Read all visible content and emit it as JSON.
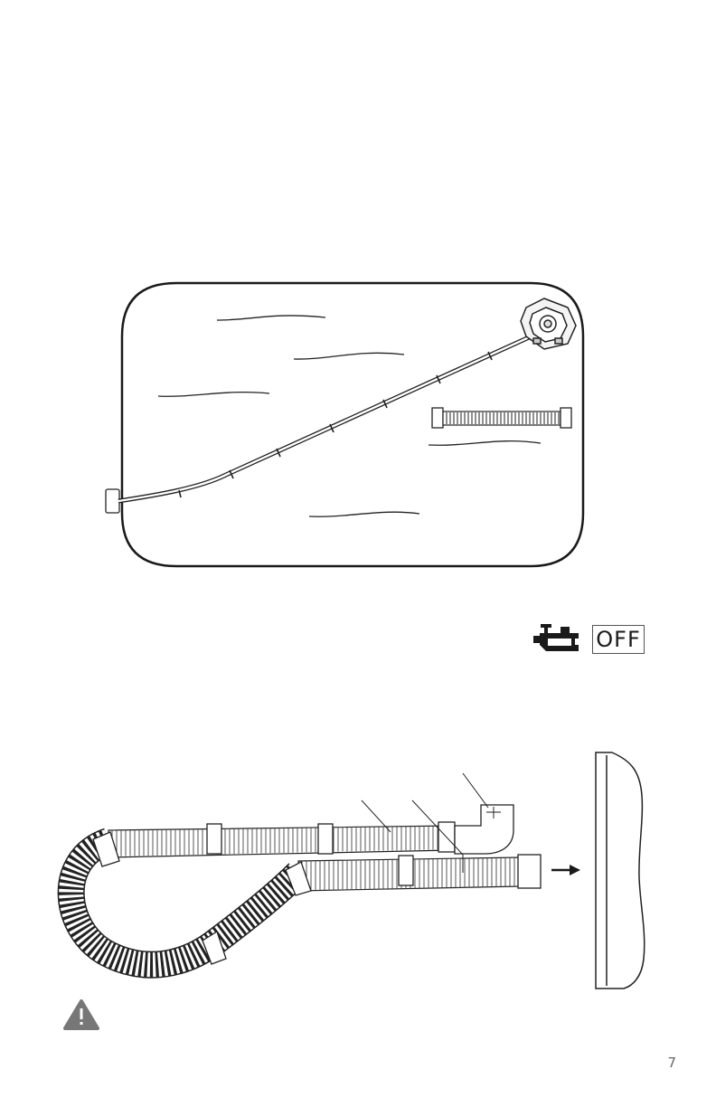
{
  "page": {
    "number": "7"
  },
  "power_indicator": {
    "state_label": "OFF",
    "icon": "pump-motor-icon"
  },
  "warning": {
    "icon": "warning-triangle-icon",
    "color": "#777777"
  },
  "illustrations": {
    "pool_cleaner": "pool-cleaner-installation-illustration",
    "hose_connection": "hose-to-skimmer-connection-illustration"
  }
}
